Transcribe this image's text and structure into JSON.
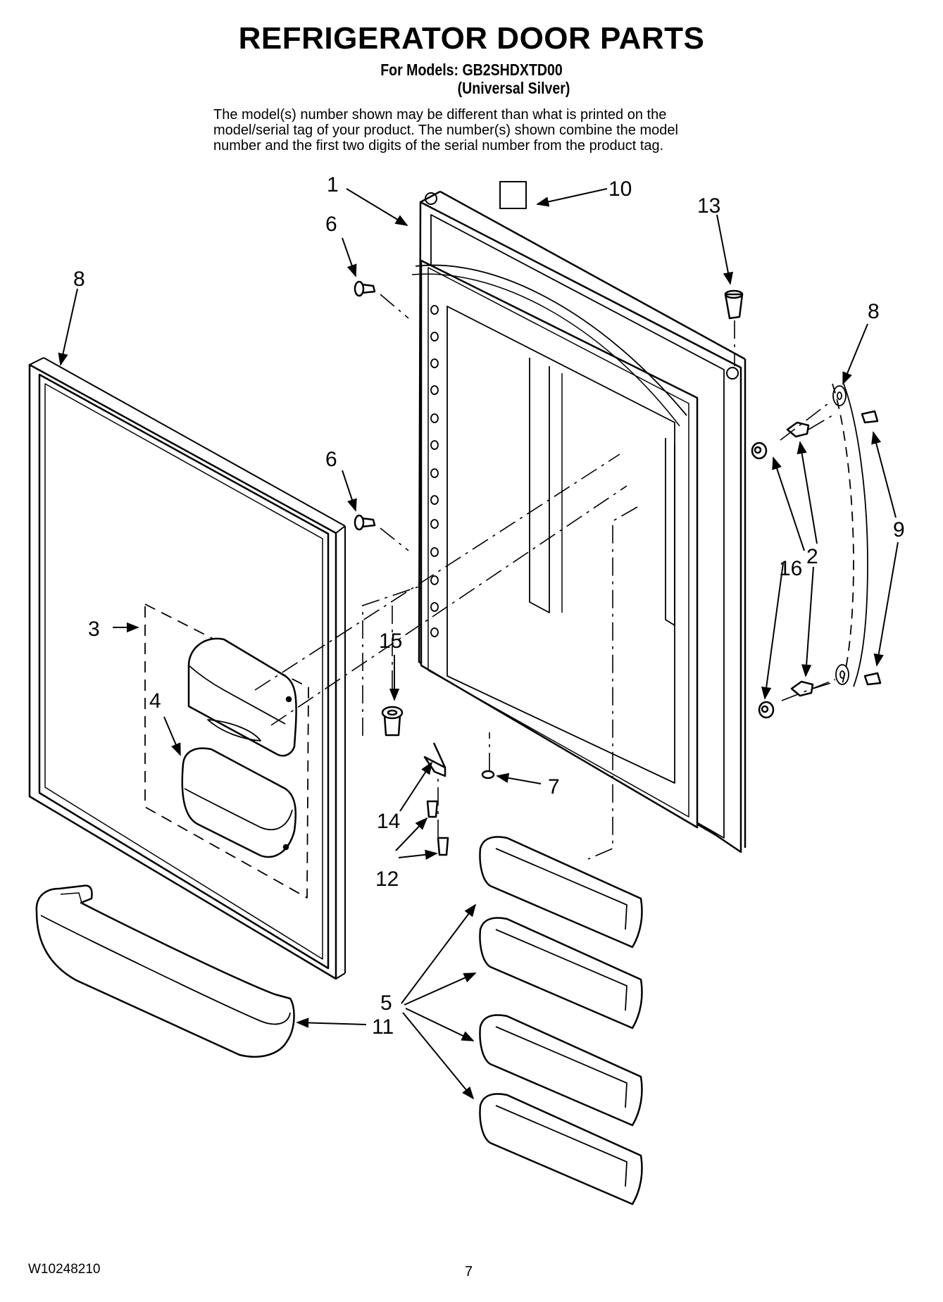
{
  "header": {
    "title": "REFRIGERATOR DOOR PARTS",
    "models_line": "For Models: GB2SHDXTD00",
    "variant_line": "(Universal Silver)",
    "note_lines": [
      "The model(s) number shown may be different than what is printed on the",
      "model/serial tag of your product. The number(s) shown combine the model",
      "number and the first two digits of the serial number from the product tag."
    ]
  },
  "callouts": {
    "c1": "1",
    "c2": "2",
    "c3": "3",
    "c4": "4",
    "c5": "5",
    "c6a": "6",
    "c6b": "6",
    "c7": "7",
    "c8a": "8",
    "c8b": "8",
    "c9": "9",
    "c10": "10",
    "c11": "11",
    "c12": "12",
    "c13": "13",
    "c14": "14",
    "c15": "15",
    "c16": "16"
  },
  "footer": {
    "doc_number": "W10248210",
    "page_number": "7"
  },
  "colors": {
    "ink": "#000000",
    "paper": "#ffffff",
    "shade": "#e6e6e6"
  }
}
